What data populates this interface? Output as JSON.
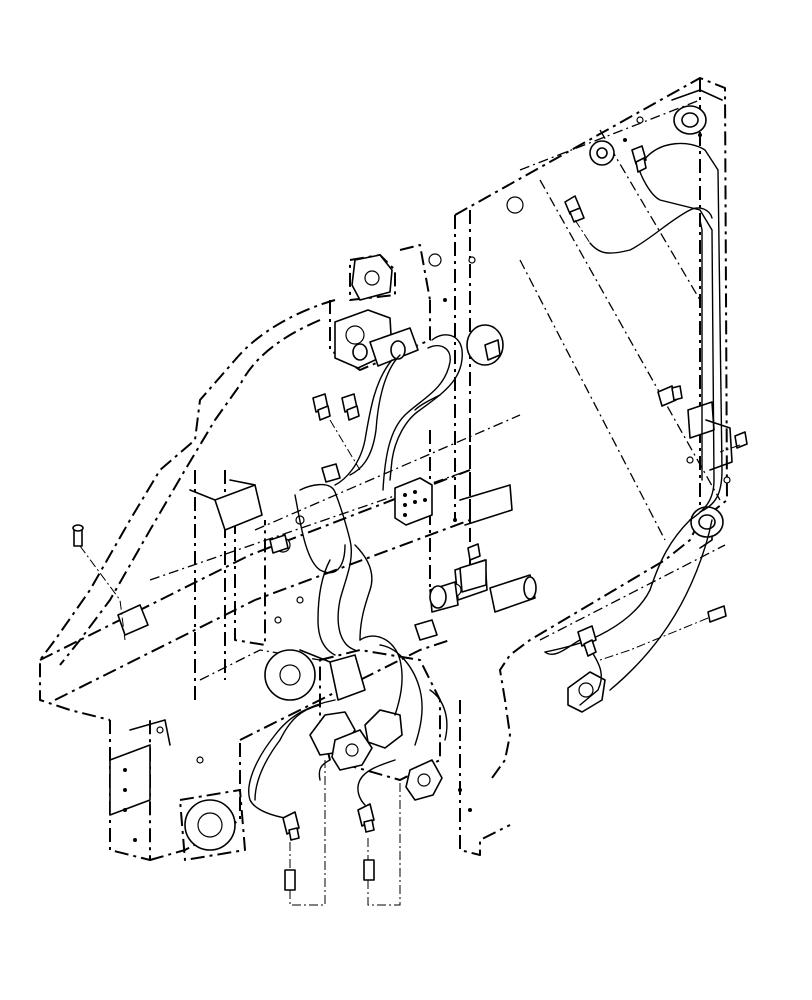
{
  "diagram": {
    "kind": "exploded hydraulic line assembly on baler side frame",
    "line_color": "#000000",
    "background": "#ffffff",
    "components": {
      "side_frame": "side-frame",
      "hoses": "hydraulic-hoses",
      "fittings": "elbow-fittings",
      "bulkheads": "bulkhead-fittings",
      "valve_block": "valve-block",
      "cylinders": "cylinder-ends",
      "manifold": "manifold-block",
      "grease_fittings": "grease-zerks"
    }
  }
}
